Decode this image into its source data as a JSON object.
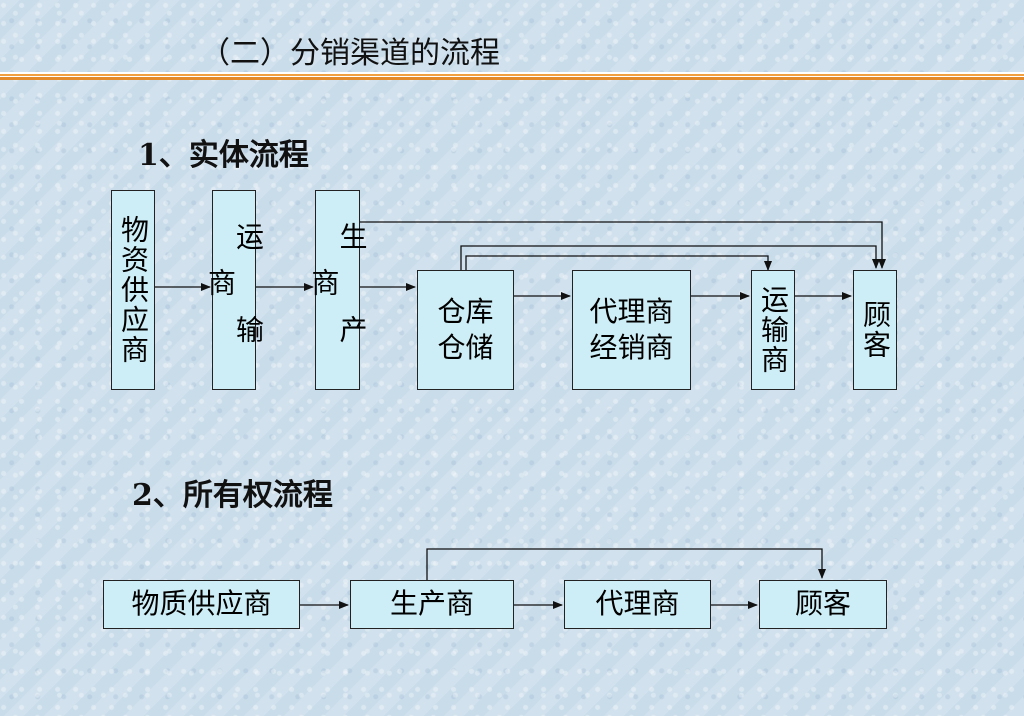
{
  "slide": {
    "title": "（二）分销渠道的流程"
  },
  "physical_flow": {
    "heading": "1、实体流程",
    "nodes": {
      "supplier": "物资供应商",
      "transport1": "运 输 商",
      "producer": "生 产 商",
      "warehouse": "仓库\n仓储",
      "agent_dealer": "代理商\n经销商",
      "transport2": "运输商",
      "customer": "顾客"
    }
  },
  "ownership_flow": {
    "heading": "2、所有权流程",
    "nodes": {
      "supplier": "物质供应商",
      "producer": "生产商",
      "agent": "代理商",
      "customer": "顾客"
    }
  }
}
